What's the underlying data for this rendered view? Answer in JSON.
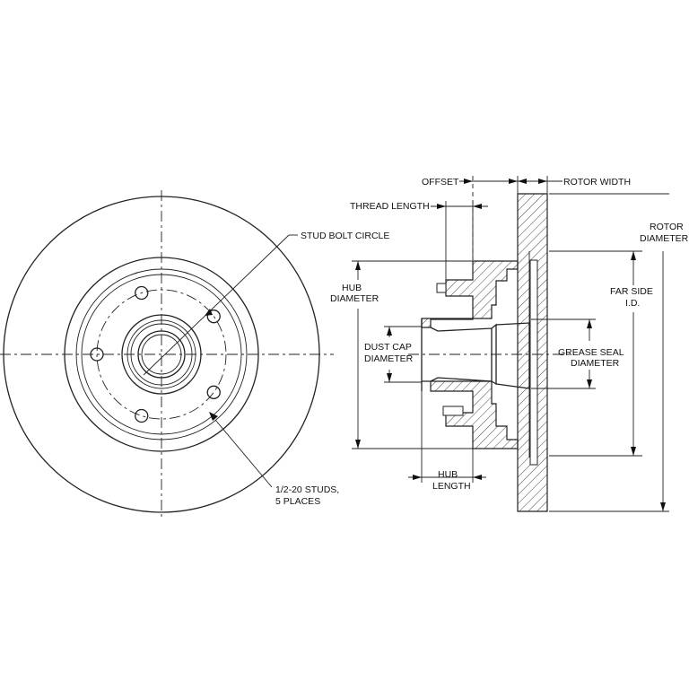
{
  "labels": {
    "stud_bolt_circle": "STUD BOLT CIRCLE",
    "studs_line1": "1/2-20 STUDS,",
    "studs_line2": "5 PLACES",
    "offset": "OFFSET",
    "rotor_width": "ROTOR WIDTH",
    "thread_length": "THREAD LENGTH",
    "rotor_diameter_line1": "ROTOR",
    "rotor_diameter_line2": "DIAMETER",
    "hub_diameter_line1": "HUB",
    "hub_diameter_line2": "DIAMETER",
    "far_side_line1": "FAR SIDE",
    "far_side_line2": "I.D.",
    "dust_cap_line1": "DUST CAP",
    "dust_cap_line2": "DIAMETER",
    "grease_seal_line1": "GREASE SEAL",
    "grease_seal_line2": "DIAMETER",
    "hub_length_line1": "HUB",
    "hub_length_line2": "LENGTH"
  },
  "stud_count": 5
}
